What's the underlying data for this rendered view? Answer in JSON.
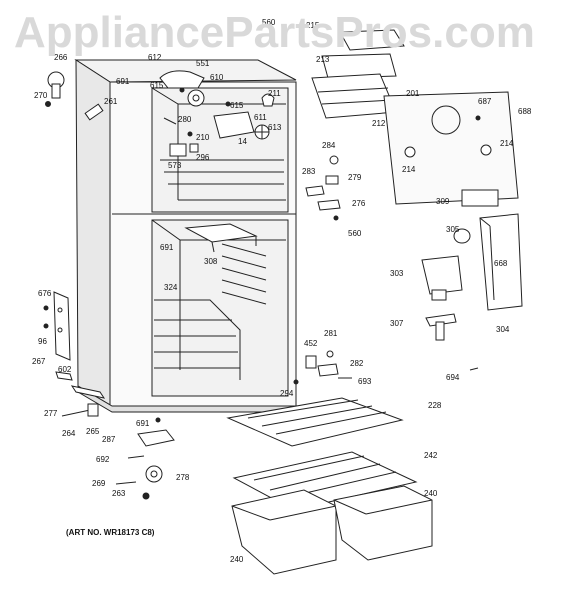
{
  "watermark": "AppliancePartsPros.com",
  "art_number": "(ART NO. WR18173 C8)",
  "part_labels": [
    "560",
    "215",
    "213",
    "212",
    "201",
    "687",
    "688",
    "214",
    "214",
    "266",
    "270",
    "261",
    "691",
    "612",
    "551",
    "615",
    "610",
    "615",
    "211",
    "611",
    "613",
    "280",
    "210",
    "14",
    "573",
    "296",
    "284",
    "283",
    "279",
    "276",
    "560",
    "309",
    "305",
    "303",
    "668",
    "691",
    "308",
    "324",
    "307",
    "304",
    "676",
    "96",
    "267",
    "602",
    "277",
    "264",
    "265",
    "691",
    "452",
    "281",
    "282",
    "693",
    "694",
    "294",
    "228",
    "287",
    "692",
    "278",
    "269",
    "263",
    "242",
    "240",
    "240"
  ]
}
